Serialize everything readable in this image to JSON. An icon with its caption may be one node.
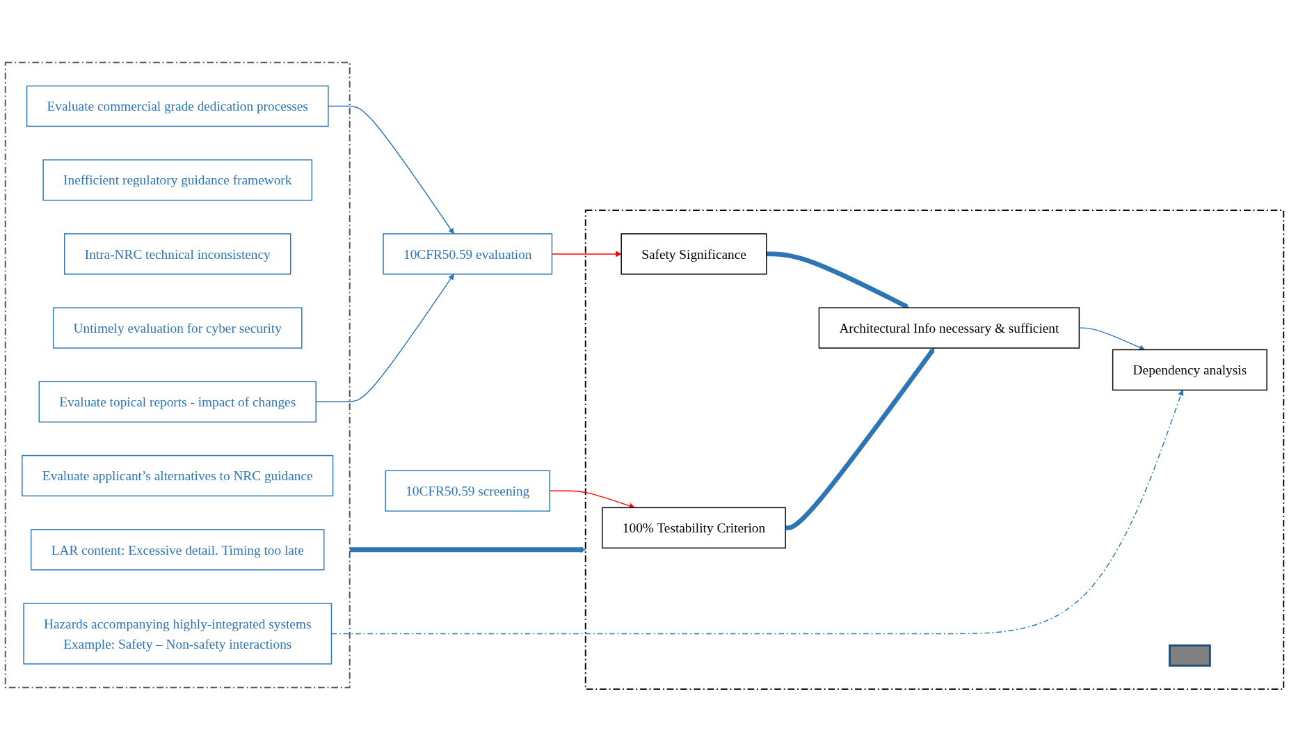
{
  "diagram": {
    "nodes": [
      {
        "text": [
          "10CFR50.59 screening"
        ]
      },
      {
        "text": [
          "10CFR50.59 evaluation"
        ]
      },
      {
        "text": [],
        "shape": "box"
      },
      {
        "text": [
          "LAR content: Excessive detail. Timing too late"
        ],
        "in": 2
      },
      {
        "text": [
          "Inefficient regulatory guidance framework"
        ],
        "in": 2
      },
      {
        "text": [
          "Intra-NRC technical inconsistency"
        ],
        "in": 2
      },
      {
        "text": [
          "Untimely evaluation for cyber security"
        ],
        "in": 2
      },
      {
        "text": [
          "Hazards accompanying highly-integrated systems",
          "Example: Safety – Non-safety interactions"
        ],
        "in": 2
      },
      {
        "text": [
          "Evaluate applicant’s alternatives to NRC guidance"
        ],
        "in": 2
      },
      {
        "text": [
          "Evaluate commercial grade dedication processes"
        ],
        "in": 2
      },
      {
        "text": [
          "Evaluate topical reports  - impact of changes"
        ],
        "in": 2
      },
      {
        "text": [],
        "shape": "box"
      },
      {
        "text": [
          "100% Testability Criterion"
        ],
        "in": 11
      },
      {
        "text": [
          "Safety Significance"
        ],
        "in": 11
      },
      {
        "text": [
          "Architectural Info necessary & sufficient"
        ],
        "in": 11
      },
      {
        "text": [
          "Dependency analysis"
        ],
        "in": 11
      },
      {
        "text": [],
        "shape": "box",
        "in": 11
      }
    ],
    "edges": [
      {
        "from": 0,
        "to": 12,
        "arrow": "to",
        "color": "#ff0000"
      },
      {
        "from": 1,
        "to": 13,
        "arrow": "to",
        "color": "#ff0000"
      },
      {
        "from": 13,
        "to": 14,
        "arrow": "to",
        "style": "thick"
      },
      {
        "from": 12,
        "to": 14,
        "arrow": "to",
        "style": "thick"
      },
      {
        "from": 14,
        "to": 15,
        "arrow": "to"
      },
      {
        "from": 7,
        "to": 15,
        "arrow": "to",
        "style": "dashed"
      },
      {
        "from": 9,
        "to": 1,
        "arrow": "to"
      },
      {
        "from": 10,
        "to": 1,
        "arrow": "to"
      },
      {
        "from": 2,
        "to": 11,
        "arrow": "to",
        "style": "thick"
      }
    ]
  }
}
